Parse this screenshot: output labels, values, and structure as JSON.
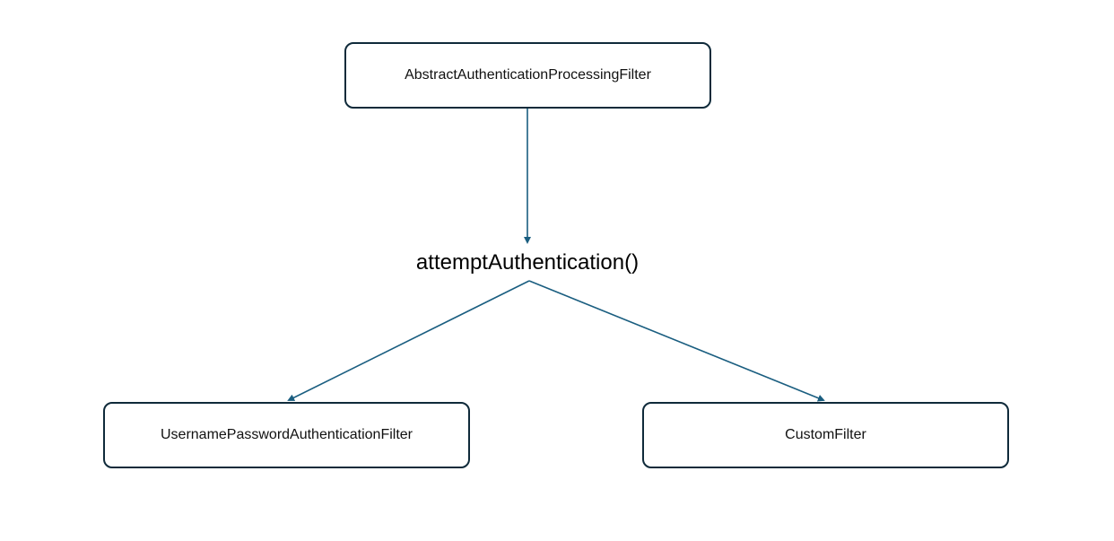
{
  "diagram": {
    "nodes": {
      "parent": "AbstractAuthenticationProcessingFilter",
      "child_left": "UsernamePasswordAuthenticationFilter",
      "child_right": "CustomFilter"
    },
    "method_label": "attemptAuthentication()",
    "edges": [
      {
        "from": "parent",
        "to": "method_label"
      },
      {
        "from": "method_label",
        "to": "child_left"
      },
      {
        "from": "method_label",
        "to": "child_right"
      }
    ],
    "colors": {
      "edge": "#1a5e80",
      "node_border": "#0f2a3a"
    }
  }
}
